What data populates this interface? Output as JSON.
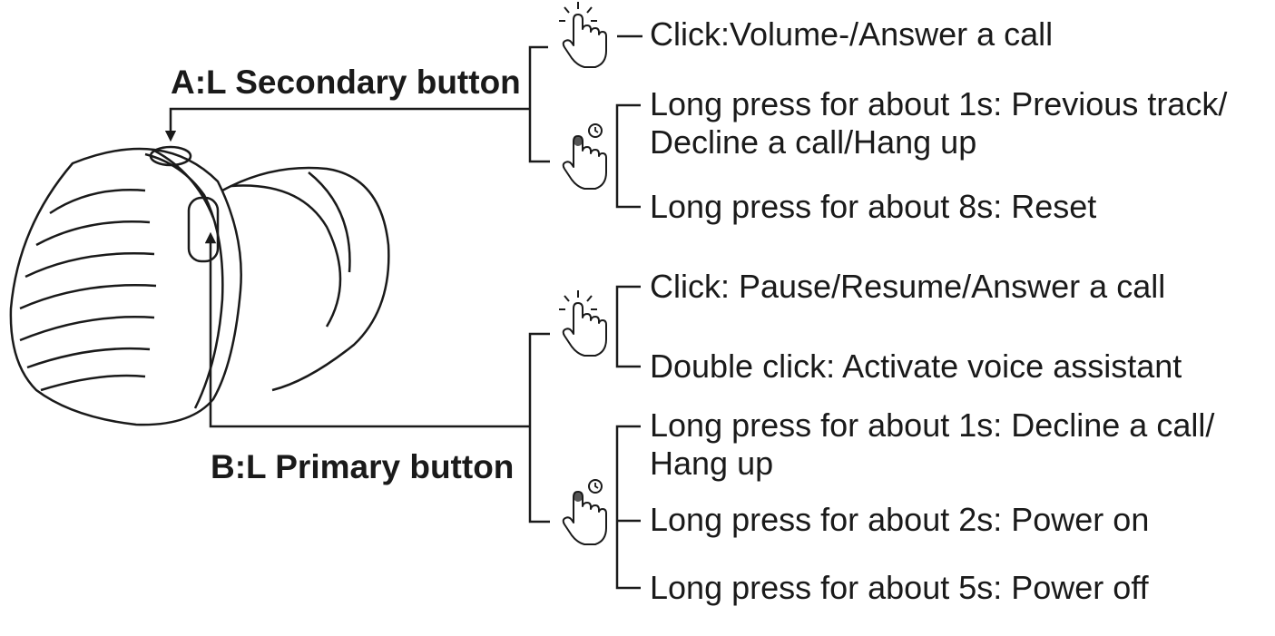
{
  "buttons": {
    "a": {
      "title": "A:L Secondary button",
      "click_actions": [
        "Click:Volume-/Answer a call"
      ],
      "long_press_actions": [
        "Long press for about 1s: Previous track/\nDecline a call/Hang up",
        "Long press for about 8s: Reset"
      ]
    },
    "b": {
      "title": "B:L Primary button",
      "click_actions": [
        "Click: Pause/Resume/Answer a call",
        "Double click: Activate voice assistant"
      ],
      "long_press_actions": [
        "Long press for about 1s: Decline a call/\nHang up",
        "Long press for about 2s: Power on",
        "Long press for about 5s: Power off"
      ]
    }
  },
  "icons": {
    "click": "tap-gesture-icon",
    "long_press": "long-press-gesture-icon",
    "device": "earbud-illustration"
  },
  "colors": {
    "line": "#1a1a1a",
    "dot": "#555555"
  }
}
